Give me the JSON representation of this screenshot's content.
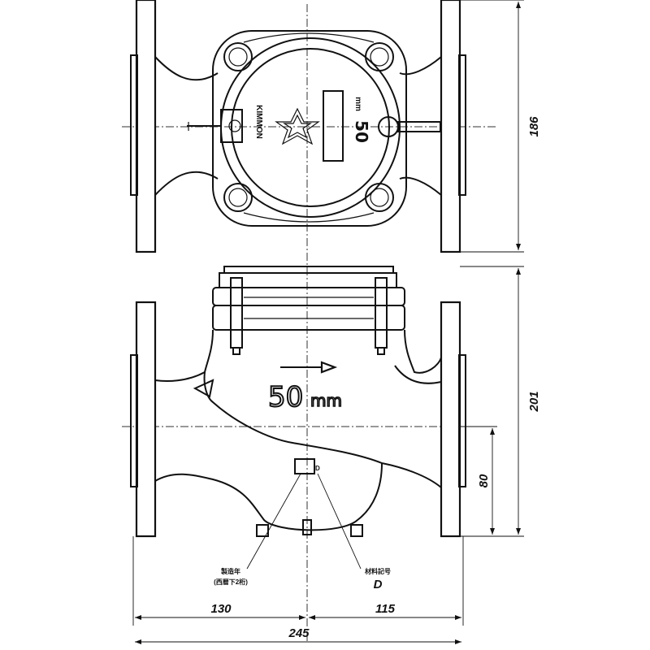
{
  "dimensions": {
    "top_height": "186",
    "front_height": "201",
    "center_height": "80",
    "left_length": "130",
    "right_length": "115",
    "total_length": "245"
  },
  "labels": {
    "brand": "KIMMON",
    "dial_size": "50",
    "dial_unit": "mm",
    "body_size": "50",
    "body_unit": "mm",
    "callout_left_line1": "製造年",
    "callout_left_line2": "(西暦下2桁)",
    "callout_right_line1": "材料記号",
    "callout_right_value": "D",
    "body_mark": "D"
  }
}
